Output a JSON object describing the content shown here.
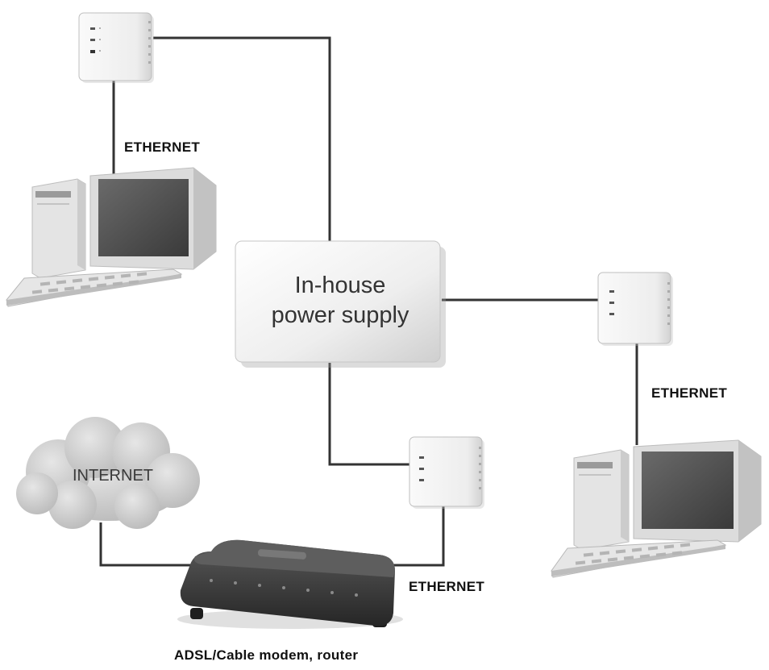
{
  "hub": {
    "line1": "In-house",
    "line2": "power supply"
  },
  "cloud": {
    "label": "INTERNET"
  },
  "labels": {
    "ethernet_top": "ETHERNET",
    "ethernet_right": "ETHERNET",
    "ethernet_bottom": "ETHERNET",
    "modem": "ADSL/Cable modem, router"
  },
  "icons": {
    "adapter": "powerline-adapter-icon",
    "computer": "desktop-computer-icon",
    "modem": "router-icon",
    "cloud": "cloud-icon"
  },
  "colors": {
    "wire": "#333333",
    "device_light": "#f2f2f2",
    "device_shadow": "#c9c9c9",
    "modem_body": "#3a3a3a",
    "cloud": "#cfcfcf"
  }
}
